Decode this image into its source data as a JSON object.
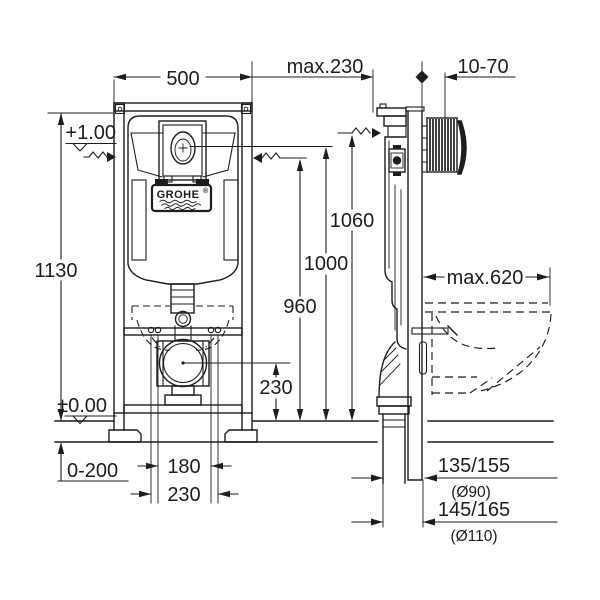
{
  "drawing": {
    "title": "concealed-cistern-installation-frame-dimensions",
    "brand": {
      "name": "GROHE",
      "registered": "®"
    },
    "front_view": {
      "width": "500",
      "height": "1130",
      "upper_level": "+1.00",
      "floor_level": "±0.00",
      "foot_adjust_range": "0-200",
      "fixing_centers_inner": "180",
      "fixing_centers_outer": "230",
      "outlet_center_height": "230"
    },
    "side_view": {
      "frame_depth": "max.230",
      "wall_finish_range": "10-70",
      "bracket_height": "1060",
      "actuation_height": "1000",
      "supply_height": "960",
      "bowl_max_depth": "max.620",
      "outlet_90": {
        "offset": "135/155",
        "pipe": "(Ø90)"
      },
      "outlet_110": {
        "offset": "145/165",
        "pipe": "(Ø110)"
      }
    },
    "colors": {
      "line": "#1d1d1b",
      "background": "#ffffff"
    }
  }
}
